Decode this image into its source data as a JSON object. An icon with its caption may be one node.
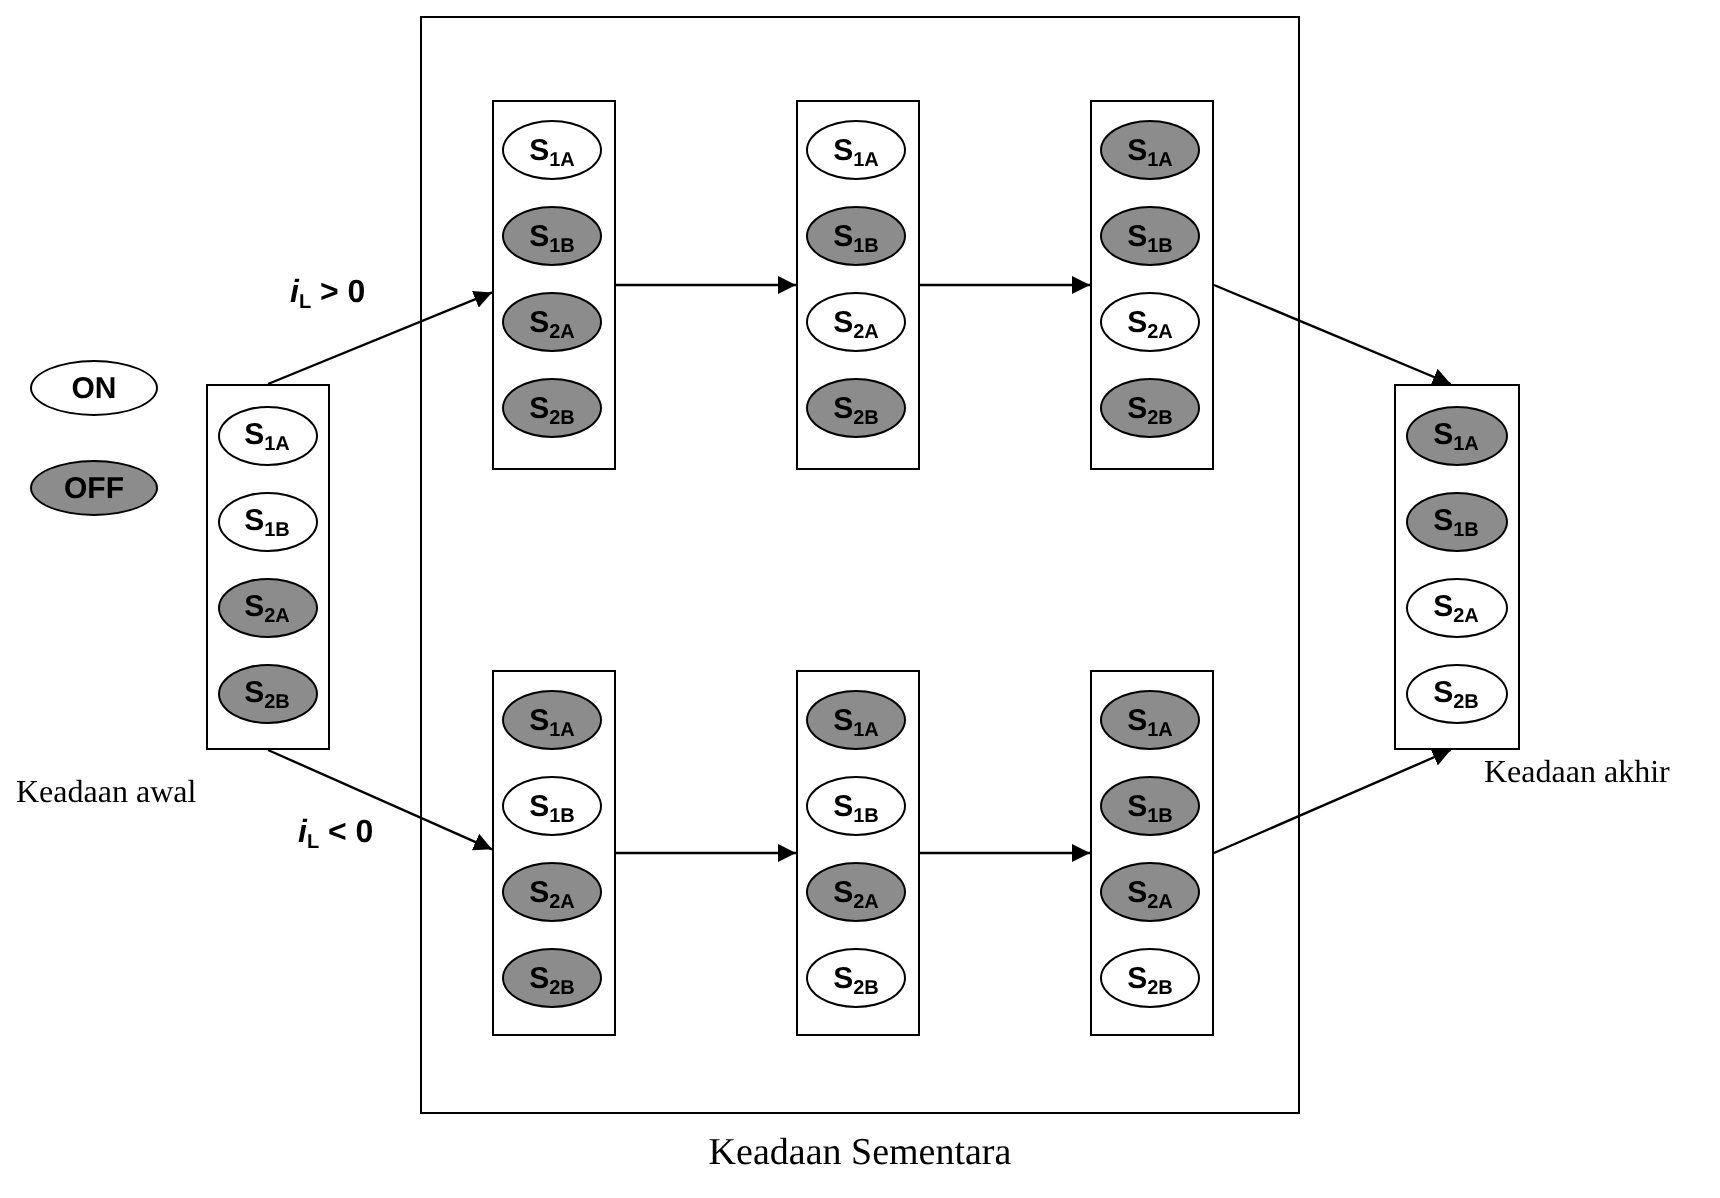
{
  "diagram": {
    "nodes": [
      {
        "text": [],
        "shape": "box",
        "beside": [
          "Keadaan awal"
        ]
      },
      {
        "text": [
          "S$_{1A}$"
        ],
        "in": 0
      },
      {
        "text": [
          "S$_{1B}$"
        ],
        "in": 0
      },
      {
        "text": [
          "S$_{2A}$"
        ],
        "in": 0
      },
      {
        "text": [
          "S$_{2B}$"
        ],
        "in": 0
      },
      {
        "text": [
          "Keadaan Sementara"
        ]
      },
      {
        "text": [],
        "shape": "box",
        "in": 5
      },
      {
        "text": [
          "S$_{1A}$"
        ],
        "in": 6
      },
      {
        "text": [
          "S$_{1B}$"
        ],
        "in": 6
      },
      {
        "text": [
          "S$_{2A}$"
        ],
        "in": 6
      },
      {
        "text": [
          "S$_{2B}$"
        ],
        "in": 6
      },
      {
        "text": [],
        "shape": "box",
        "in": 5
      },
      {
        "text": [
          "S$_{1A}$"
        ],
        "in": 11
      },
      {
        "text": [
          "S$_{1B}$"
        ],
        "in": 11
      },
      {
        "text": [
          "S$_{2A}$"
        ],
        "in": 11
      },
      {
        "text": [
          "S$_{2B}$"
        ],
        "in": 11
      },
      {
        "text": [],
        "shape": "box",
        "in": 5
      },
      {
        "text": [
          "S$_{1A}$"
        ],
        "in": 16
      },
      {
        "text": [
          "S$_{1B}$"
        ],
        "in": 16
      },
      {
        "text": [
          "S$_{2A}$"
        ],
        "in": 16
      },
      {
        "text": [
          "S$_{2B}$"
        ],
        "in": 16
      },
      {
        "text": [],
        "shape": "box",
        "in": 5
      },
      {
        "text": [
          "S$_{1A}$"
        ],
        "in": 21
      },
      {
        "text": [
          "S$_{1B}$"
        ],
        "in": 21
      },
      {
        "text": [
          "S$_{2A}$"
        ],
        "in": 21
      },
      {
        "text": [
          "S$_{2B}$"
        ],
        "in": 21
      },
      {
        "text": [],
        "shape": "box",
        "in": 5
      },
      {
        "text": [
          "S$_{1A}$"
        ],
        "in": 26
      },
      {
        "text": [
          "S$_{1B}$"
        ],
        "in": 26
      },
      {
        "text": [
          "S$_{2A}$"
        ],
        "in": 26
      },
      {
        "text": [
          "S$_{2B}$"
        ],
        "in": 26
      },
      {
        "text": [],
        "shape": "box",
        "in": 5
      },
      {
        "text": [
          "S$_{1A}$"
        ],
        "in": 31
      },
      {
        "text": [
          "S$_{1B}$"
        ],
        "in": 31
      },
      {
        "text": [
          "S$_{2A}$"
        ],
        "in": 31
      },
      {
        "text": [
          "S$_{2B}$"
        ],
        "in": 31
      },
      {
        "text": [],
        "shape": "box",
        "beside": [
          "Keadaan akhir"
        ]
      },
      {
        "text": [
          "S$_{1A}$"
        ],
        "in": 36
      },
      {
        "text": [
          "S$_{1B}$"
        ],
        "in": 36
      },
      {
        "text": [
          "S$_{2A}$"
        ],
        "in": 36
      },
      {
        "text": [
          "S$_{2B}$"
        ],
        "in": 36
      }
    ],
    "edges": [
      {
        "from": 0,
        "to": 6,
        "arrow": "to",
        "label": "*i*$_{L}$ > 0"
      },
      {
        "from": 0,
        "to": 21,
        "arrow": "to",
        "label": "*i*$_{L}$ < 0"
      },
      {
        "from": 6,
        "to": 11,
        "arrow": "to"
      },
      {
        "from": 11,
        "to": 16,
        "arrow": "to"
      },
      {
        "from": 16,
        "to": 36,
        "arrow": "to"
      },
      {
        "from": 21,
        "to": 26,
        "arrow": "to"
      },
      {
        "from": 26,
        "to": 31,
        "arrow": "to"
      },
      {
        "from": 31,
        "to": 36,
        "arrow": "to"
      }
    ],
    "legend": [
      {
        "text": "ON",
        "color": "#ffffff"
      },
      {
        "text": "OFF",
        "color": "#8c8c8c"
      }
    ]
  }
}
